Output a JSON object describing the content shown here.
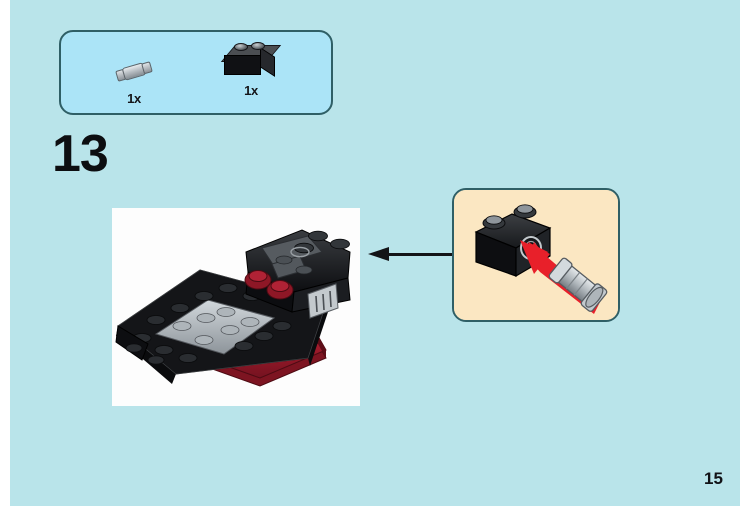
{
  "page": {
    "number": "15",
    "background_color": "#b9e4ea",
    "margin_color": "#ffffff"
  },
  "step": {
    "number": "13",
    "label": "13"
  },
  "parts_box": {
    "background_color": "#abe4f7",
    "border_color": "#2f5f66",
    "parts": [
      {
        "name": "technic-pin-connector",
        "quantity": "1x",
        "color": "#b9bfc4",
        "color_name": "light-bluish-gray"
      },
      {
        "name": "brick-1x2-with-hole",
        "quantity": "1x",
        "color": "#101114",
        "color_name": "black"
      }
    ]
  },
  "callout": {
    "background_color": "#fbe7c2",
    "border_color": "#2f5f66",
    "arrow_color": "#e8202a",
    "brick": {
      "name": "brick-1x2-with-hole",
      "color": "#101114"
    },
    "pin": {
      "name": "technic-pin-connector",
      "color": "#b9bfc4"
    }
  },
  "connector_arrow": {
    "color": "#131417",
    "direction": "left"
  },
  "model": {
    "name": "vehicle-chassis-assembly",
    "background_color": "#fdfdfd",
    "colors": {
      "black": "#101114",
      "dark_gray": "#4b4e52",
      "light_gray": "#b4bbc0",
      "dark_red": "#8e1726",
      "red": "#a3182b"
    }
  }
}
